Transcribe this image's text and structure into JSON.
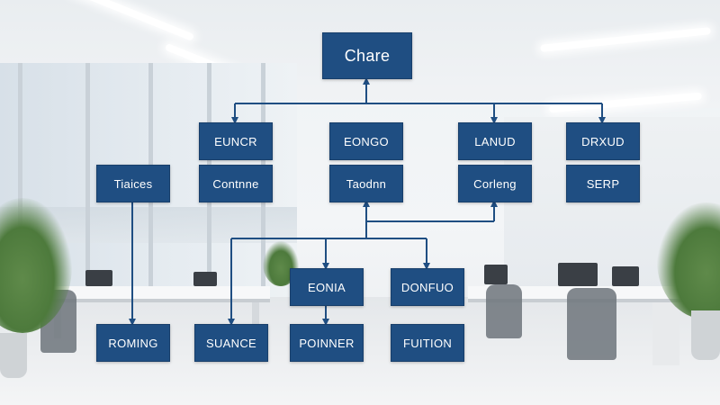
{
  "colors": {
    "node_fill": "#1f4e82",
    "node_text": "#ffffff",
    "connector": "#1f4e82"
  },
  "diagram": {
    "root": "Chare",
    "row1": [
      "EUNCR",
      "EONGO",
      "LANUD",
      "DRXUD"
    ],
    "row2": [
      "Tiaices",
      "Contnne",
      "Taodnn",
      "Corleng",
      "SERP"
    ],
    "row3": [
      "EONIA",
      "DONFUO"
    ],
    "row4": [
      "ROMING",
      "SUANCE",
      "POINNER",
      "FUITION"
    ]
  }
}
